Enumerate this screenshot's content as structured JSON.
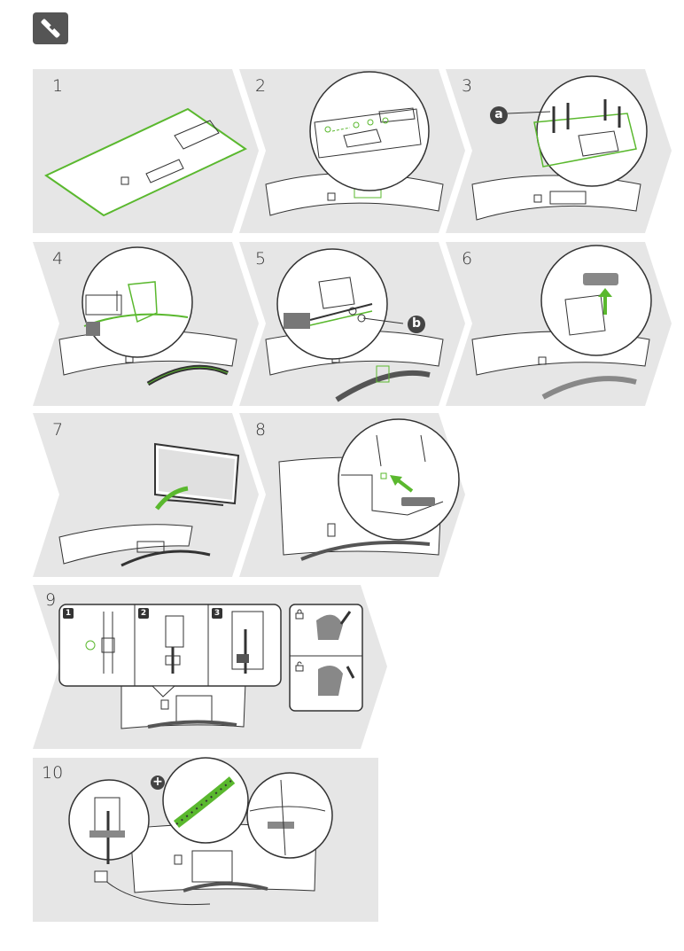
{
  "header": {
    "icon": "screwdriver-icon"
  },
  "steps": [
    {
      "number": "1"
    },
    {
      "number": "2"
    },
    {
      "number": "3",
      "callout": "a"
    },
    {
      "number": "4"
    },
    {
      "number": "5",
      "callout": "b"
    },
    {
      "number": "6"
    },
    {
      "number": "7"
    },
    {
      "number": "8"
    },
    {
      "number": "9",
      "substeps": [
        "1",
        "2",
        "3"
      ],
      "icons": [
        "lock-icon",
        "unlock-icon"
      ]
    },
    {
      "number": "10",
      "badge": "plus-icon"
    }
  ],
  "colors": {
    "panel": "#e6e6e6",
    "accent": "#5ab82e",
    "line": "#333333"
  }
}
